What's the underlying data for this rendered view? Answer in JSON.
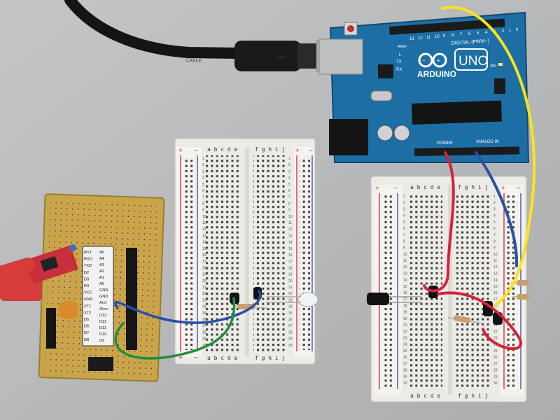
{
  "colors": {
    "table": "#b9bbbd",
    "breadboard": "#ecebe6",
    "arduino_pcb": "#1d6ea5",
    "proto_pcb": "#c7a64a",
    "wire_red": "#d3233b",
    "wire_blue": "#2a4fa8",
    "wire_yellow": "#ffe21a",
    "wire_green": "#1f8f3c",
    "usb_red": "#d63c3c",
    "cable_black": "#141414"
  },
  "usb_cable": {
    "label": "CABLE"
  },
  "arduino": {
    "brand": "ARDUINO",
    "model": "UNO",
    "digital_label": "DIGITAL (PWM~)",
    "power_label": "POWER",
    "analog_label": "ANALOG IN",
    "on_label": "ON",
    "tx_label": "TX",
    "rx_label": "RX",
    "l_label": "L",
    "aref_label": "AREF",
    "pin_numbers": [
      "13",
      "12",
      "11",
      "10",
      "9",
      "8",
      "7",
      "6",
      "5",
      "4",
      "3",
      "2",
      "1",
      "0"
    ]
  },
  "breadboard": {
    "col_left": "a b c d e",
    "col_right": "f g h i j",
    "plus": "+",
    "minus": "−",
    "rows": [
      "1",
      "2",
      "3",
      "4",
      "5",
      "6",
      "7",
      "8",
      "9",
      "10",
      "11",
      "12",
      "13",
      "14",
      "15",
      "16",
      "17",
      "18",
      "19",
      "20",
      "21",
      "22",
      "23",
      "24",
      "25",
      "26",
      "27",
      "28",
      "29",
      "30"
    ]
  },
  "proto_board": {
    "pin_labels_left": [
      "RST",
      "RXD",
      "TXD",
      "D2",
      "D3",
      "D4",
      "VCC",
      "GND",
      "XT1",
      "XT2",
      "D5",
      "D6",
      "D7",
      "D8"
    ],
    "pin_labels_right": [
      "A5",
      "A4",
      "A3",
      "A2",
      "A1",
      "A0",
      "GND",
      "GND",
      "Aref",
      "AVcc",
      "D13",
      "D12",
      "D11",
      "D10",
      "D9"
    ]
  }
}
